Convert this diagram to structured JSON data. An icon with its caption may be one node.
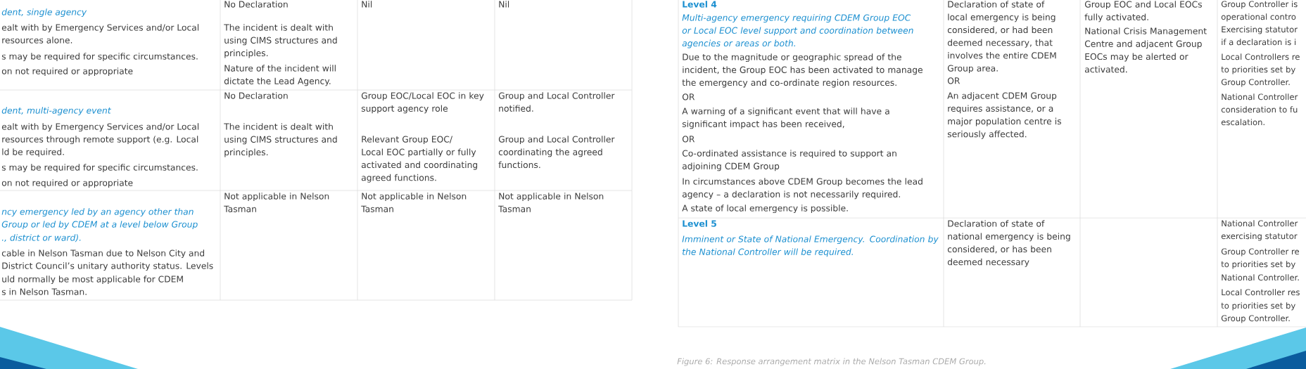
{
  "diagram": {
    "caption": "Figure 6: Response arrangement matrix in the Nelson Tasman CDEM Group.",
    "labels": [
      "dent, single agency",
      "ealt with by Emergency Services and/or Local",
      "resources alone.",
      "s may be required for specific circumstances.",
      "on not required or appropriate",
      "No Declaration",
      "The incident is dealt with using CIMS structures and principles.",
      "Nature of the incident will dictate the Lead Agency.",
      "Nil",
      "Nil",
      "dent, multi-agency event",
      "ealt with by Emergency Services and/or Local",
      "resources through remote support (e.g. Local",
      "ld be required.",
      "s may be required for specific circumstances.",
      "on not required or appropriate",
      "No Declaration",
      "The incident is dealt with using CIMS structures and principles.",
      "Group EOC/Local EOC in key support agency role",
      "Relevant Group EOC/ Local EOC partially or fully activated and coordinating agreed functions.",
      "Group and Local Controller notified.",
      "Group and Local Controller coordinating the agreed functions.",
      "ncy emergency led by an agency other than",
      "Group or led by CDEM at a level below Group",
      "., district or ward).",
      "cable in Nelson Tasman due to Nelson City and",
      "District Council’s unitary authority status. Levels",
      "uld normally be most applicable for CDEM",
      "s in Nelson Tasman.",
      "Not applicable in Nelson Tasman",
      "Not applicable in Nelson Tasman",
      "Not applicable in Nelson Tasman",
      "Level 4",
      "Multi-agency emergency requiring CDEM Group EOC or Local EOC level support and coordination between agencies or areas or both.",
      "Due to the magnitude or geographic spread of the incident, the Group EOC has been activated to manage the emergency and co-ordinate region resources.",
      "OR",
      "A warning of a significant event that will have a significant impact has been received,",
      "OR",
      "Co-ordinated assistance is required to support an adjoining CDEM Group",
      "In circumstances above CDEM Group becomes the lead agency – a declaration is not necessarily required.",
      "A state of local emergency is possible.",
      "Declaration of state of local emergency is being considered, or had been deemed necessary, that involves the entire CDEM Group area.",
      "OR",
      "An adjacent CDEM Group requires assistance, or a major population centre is seriously affected.",
      "Group EOC and Local EOCs fully activated.",
      "National Crisis Management Centre and adjacent Group EOCs may be alerted or activated.",
      "Group Controller is",
      "operational contro",
      "Exercising statutor",
      "if a declaration is i",
      "Local Controllers re",
      "to priorities set by",
      "Group Controller.",
      "National Controller",
      "consideration to fu",
      "escalation.",
      "Level 5",
      "Imminent or State of National Emergency. Coordination by the National Controller will be required.",
      "Declaration of state of national emergency is being considered, or has been deemed necessary",
      "National Controller",
      "exercising statutor",
      "Group Controller re",
      "to priorities set by",
      "National Controller.",
      "Local Controller res",
      "to priorities set by",
      "Group Controller."
    ]
  }
}
